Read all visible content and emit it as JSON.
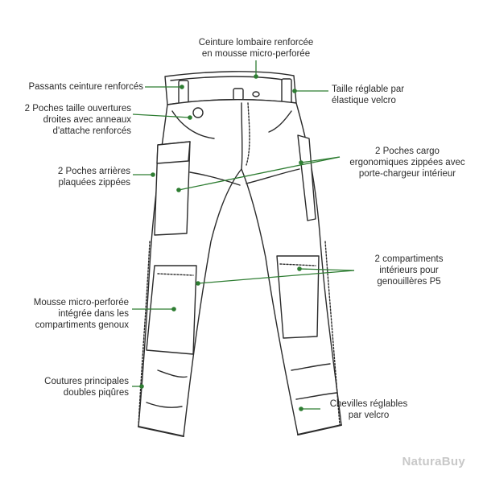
{
  "diagram": {
    "accent_color": "#2e7d32",
    "line_color": "#2b2b2b",
    "labels": {
      "ceinture": "Ceinture lombaire renforcée\nen mousse micro-perforée",
      "passants": "Passants ceinture renforcés",
      "taille": "Taille réglable par\nélastique velcro",
      "poches_taille": "2 Poches taille ouvertures\ndroites avec anneaux\nd'attache renforcés",
      "poches_cargo": "2 Poches cargo\nergonomiques zippées avec\nporte-chargeur intérieur",
      "poches_arrieres": "2 Poches arrières\nplaquées zippées",
      "compartiments": "2 compartiments\nintérieurs pour\ngenouillères P5",
      "mousse": "Mousse micro-perforée\nintégrée dans les\ncompartiments genoux",
      "coutures": "Coutures principales\ndoubles piqûres",
      "chevilles": "Chevilles réglables\npar velcro"
    },
    "watermark": "NaturaBuy"
  }
}
